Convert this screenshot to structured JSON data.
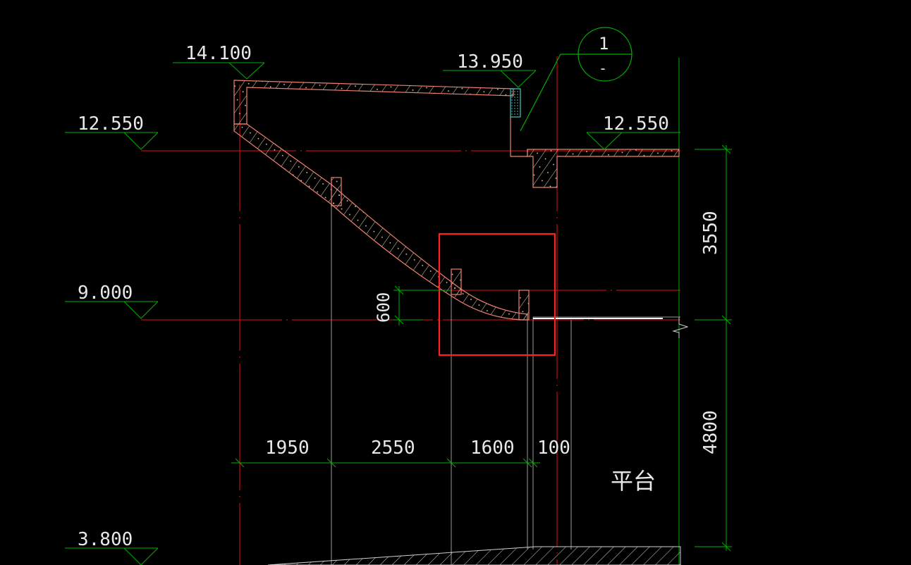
{
  "drawing": {
    "background": "#000000",
    "colors": {
      "axis_line": "#e01010",
      "dimension_line": "#00b000",
      "structure_outline": "#f08070",
      "hatch": "#e8d8b0",
      "ground_hatch": "#d0d0d0",
      "highlight_box": "#ff2020",
      "text": "#e8e8e8"
    },
    "elevations": {
      "roof_peak": "14.100",
      "gutter_top": "13.950",
      "slab_left": "12.550",
      "slab_right": "12.550",
      "mid_level": "9.000",
      "ground": "3.800"
    },
    "horizontal_dimensions": [
      "1950",
      "2550",
      "1600",
      "100"
    ],
    "vertical_dimensions": {
      "upper": "3550",
      "lower": "4800",
      "local": "600"
    },
    "detail_callout": {
      "number": "1",
      "sheet": "-"
    },
    "room_label": "平台"
  }
}
